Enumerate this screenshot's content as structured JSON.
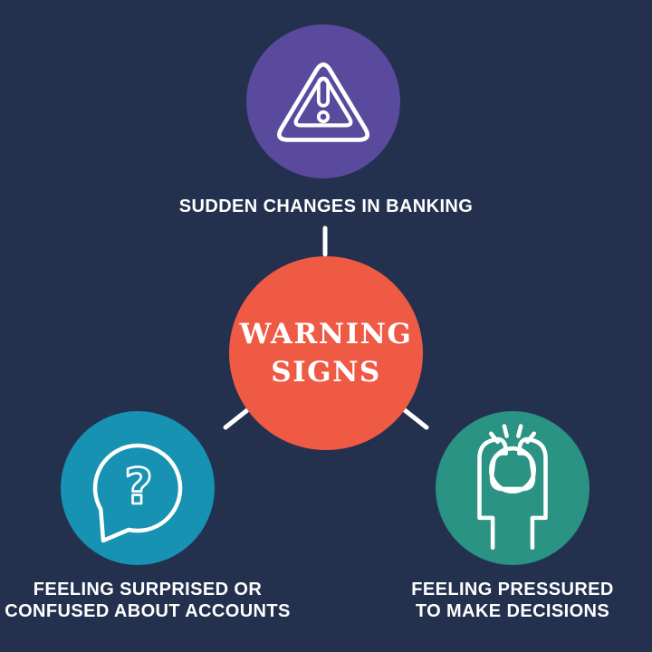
{
  "colors": {
    "background": "#23314e",
    "center_circle": "#ef5a45",
    "banking_circle": "#5a4a9e",
    "surprised_circle": "#1792b2",
    "pressured_circle": "#2a9384",
    "line_and_text": "#ffffff"
  },
  "center": {
    "line1": "WARNING",
    "line2": "SIGNS"
  },
  "nodes": {
    "banking": {
      "label": "SUDDEN CHANGES IN BANKING",
      "icon": "warning-triangle-icon"
    },
    "surprised": {
      "line1": "FEELING SURPRISED OR",
      "line2": "CONFUSED ABOUT ACCOUNTS",
      "icon": "question-bubble-icon"
    },
    "pressured": {
      "line1": "FEELING PRESSURED",
      "line2": "TO MAKE DECISIONS",
      "icon": "stressed-person-icon"
    }
  }
}
